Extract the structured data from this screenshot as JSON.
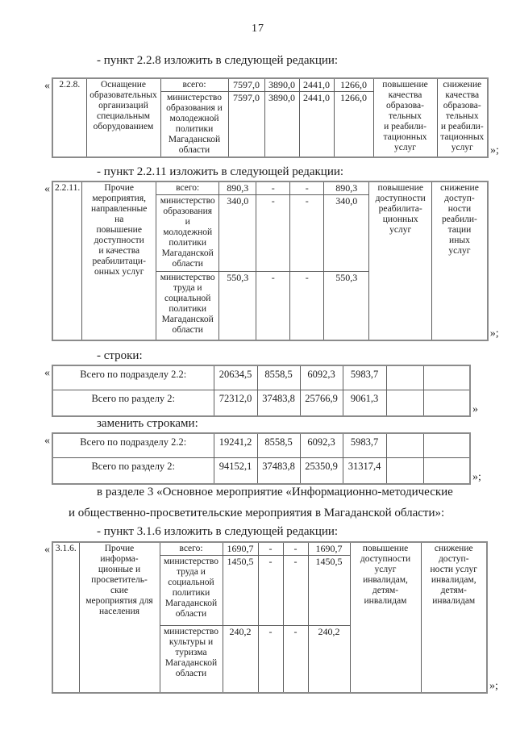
{
  "page_number": "17",
  "colors": {
    "paper": "#ffffff",
    "ink": "#1b1b1b",
    "rule": "#5e5e5e"
  },
  "quotes": {
    "open": "«",
    "close_semicolon": "»;",
    "close": "»"
  },
  "headings": {
    "h228": "- пункт 2.2.8 изложить в следующей редакции:",
    "h2211": "- пункт 2.2.11 изложить в следующей редакции:",
    "h_rows": "- строки:",
    "h_replace": "заменить строками:",
    "h316": "- пункт 3.1.6 изложить в следующей редакции:"
  },
  "paragraph": {
    "line1": "в разделе 3 «Основное мероприятие «Информационно-методические",
    "line2": "и общественно-просветительские мероприятия в Магаданской области»:"
  },
  "t228": {
    "num": "2.2.8.",
    "title": "Оснащение\nобразовательных\nорганизаций\nспециальным\nоборудованием",
    "rows": [
      {
        "executor": "всего:",
        "v": [
          "7597,0",
          "3890,0",
          "2441,0",
          "1266,0"
        ]
      },
      {
        "executor": "министерство\nобразования и\nмолодежной\nполитики\nМагаданской\nобласти",
        "v": [
          "7597,0",
          "3890,0",
          "2441,0",
          "1266,0"
        ]
      }
    ],
    "pos": "повышение\nкачества\nобразова-\nтельных\nи реабили-\nтационных\nуслуг",
    "neg": "снижение\nкачества\nобразова-\nтельных\nи реабили-\nтационных\nуслуг"
  },
  "t2211": {
    "num": "2.2.11.",
    "title": "Прочие\nмероприятия,\nнаправленные\nна\nповышение\nдоступности\nи качества\nреабилитаци-\nонных услуг",
    "rows": [
      {
        "executor": "всего:",
        "v": [
          "890,3",
          "-",
          "-",
          "890,3"
        ]
      },
      {
        "executor": "министерство\nобразования\nи\nмолодежной\nполитики\nМагаданской\nобласти",
        "v": [
          "340,0",
          "-",
          "-",
          "340,0"
        ]
      },
      {
        "executor": "министерство\nтруда и\nсоциальной\nполитики\nМагаданской\nобласти",
        "v": [
          "550,3",
          "-",
          "-",
          "550,3"
        ]
      }
    ],
    "pos": "повышение\nдоступности\nреабилита-\nционных\nуслуг",
    "neg": "снижение\nдоступ-\nности\nреабили-\nтации\nиных\nуслуг"
  },
  "rows_old": {
    "rows": [
      {
        "label": "Всего по подразделу 2.2:",
        "v": [
          "20634,5",
          "8558,5",
          "6092,3",
          "5983,7",
          "",
          ""
        ]
      },
      {
        "label": "Всего по разделу 2:",
        "v": [
          "72312,0",
          "37483,8",
          "25766,9",
          "9061,3",
          "",
          ""
        ]
      }
    ]
  },
  "rows_new": {
    "rows": [
      {
        "label": "Всего по подразделу 2.2:",
        "v": [
          "19241,2",
          "8558,5",
          "6092,3",
          "5983,7",
          "",
          ""
        ]
      },
      {
        "label": "Всего по разделу 2:",
        "v": [
          "94152,1",
          "37483,8",
          "25350,9",
          "31317,4",
          "",
          ""
        ]
      }
    ]
  },
  "t316": {
    "num": "3.1.6.",
    "title": "Прочие\nинформа-\nционные и\nпросветитель-\nские\nмероприятия для\nнаселения",
    "rows": [
      {
        "executor": "всего:",
        "v": [
          "1690,7",
          "-",
          "-",
          "1690,7"
        ]
      },
      {
        "executor": "министерство\nтруда и\nсоциальной\nполитики\nМагаданской\nобласти",
        "v": [
          "1450,5",
          "-",
          "-",
          "1450,5"
        ]
      },
      {
        "executor": "министерство\nкультуры и\nтуризма\nМагаданской\nобласти",
        "v": [
          "240,2",
          "-",
          "-",
          "240,2"
        ]
      }
    ],
    "pos": "повышение\nдоступности\nуслуг\nинвалидам,\nдетям-\nинвалидам",
    "neg": "снижение\nдоступ-\nности услуг\nинвалидам,\nдетям-\nинвалидам"
  }
}
